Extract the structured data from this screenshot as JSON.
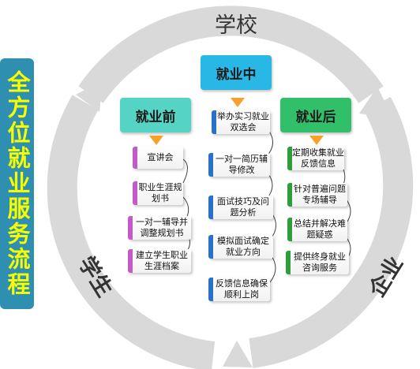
{
  "title": "全方位就业服务流程",
  "ring_labels": {
    "school": "学校",
    "student": "学生",
    "enterprise": "企业"
  },
  "stages": {
    "during": {
      "header": "就业中",
      "steps": [
        "举办实习就业双选会",
        "一对一简历辅导修改",
        "面试技巧及问题分析",
        "模拟面试确定就业方向",
        "反馈信息确保顺利上岗"
      ]
    },
    "before": {
      "header": "就业前",
      "steps": [
        "宣讲会",
        "职业生涯规划书",
        "一对一辅导并调整规划书",
        "建立学生职业生涯档案"
      ]
    },
    "after": {
      "header": "就业后",
      "steps": [
        "定期收集就业反馈信息",
        "针对普遍问题专场辅导",
        "总结并解决难题疑惑",
        "提供终身就业咨询服务"
      ]
    }
  },
  "colors": {
    "title_bg": "#2e8fb0",
    "title_text": "#f6ff00",
    "ring": "#d9d9d9",
    "during_header": "#29b7e6",
    "before_header": "#55d3c3",
    "after_header": "#32bf6a",
    "arrow": "#f7a12d",
    "before_accent": "#c25bc9",
    "during_accent": "#2a72c8",
    "after_accent": "#2f9e3a"
  }
}
